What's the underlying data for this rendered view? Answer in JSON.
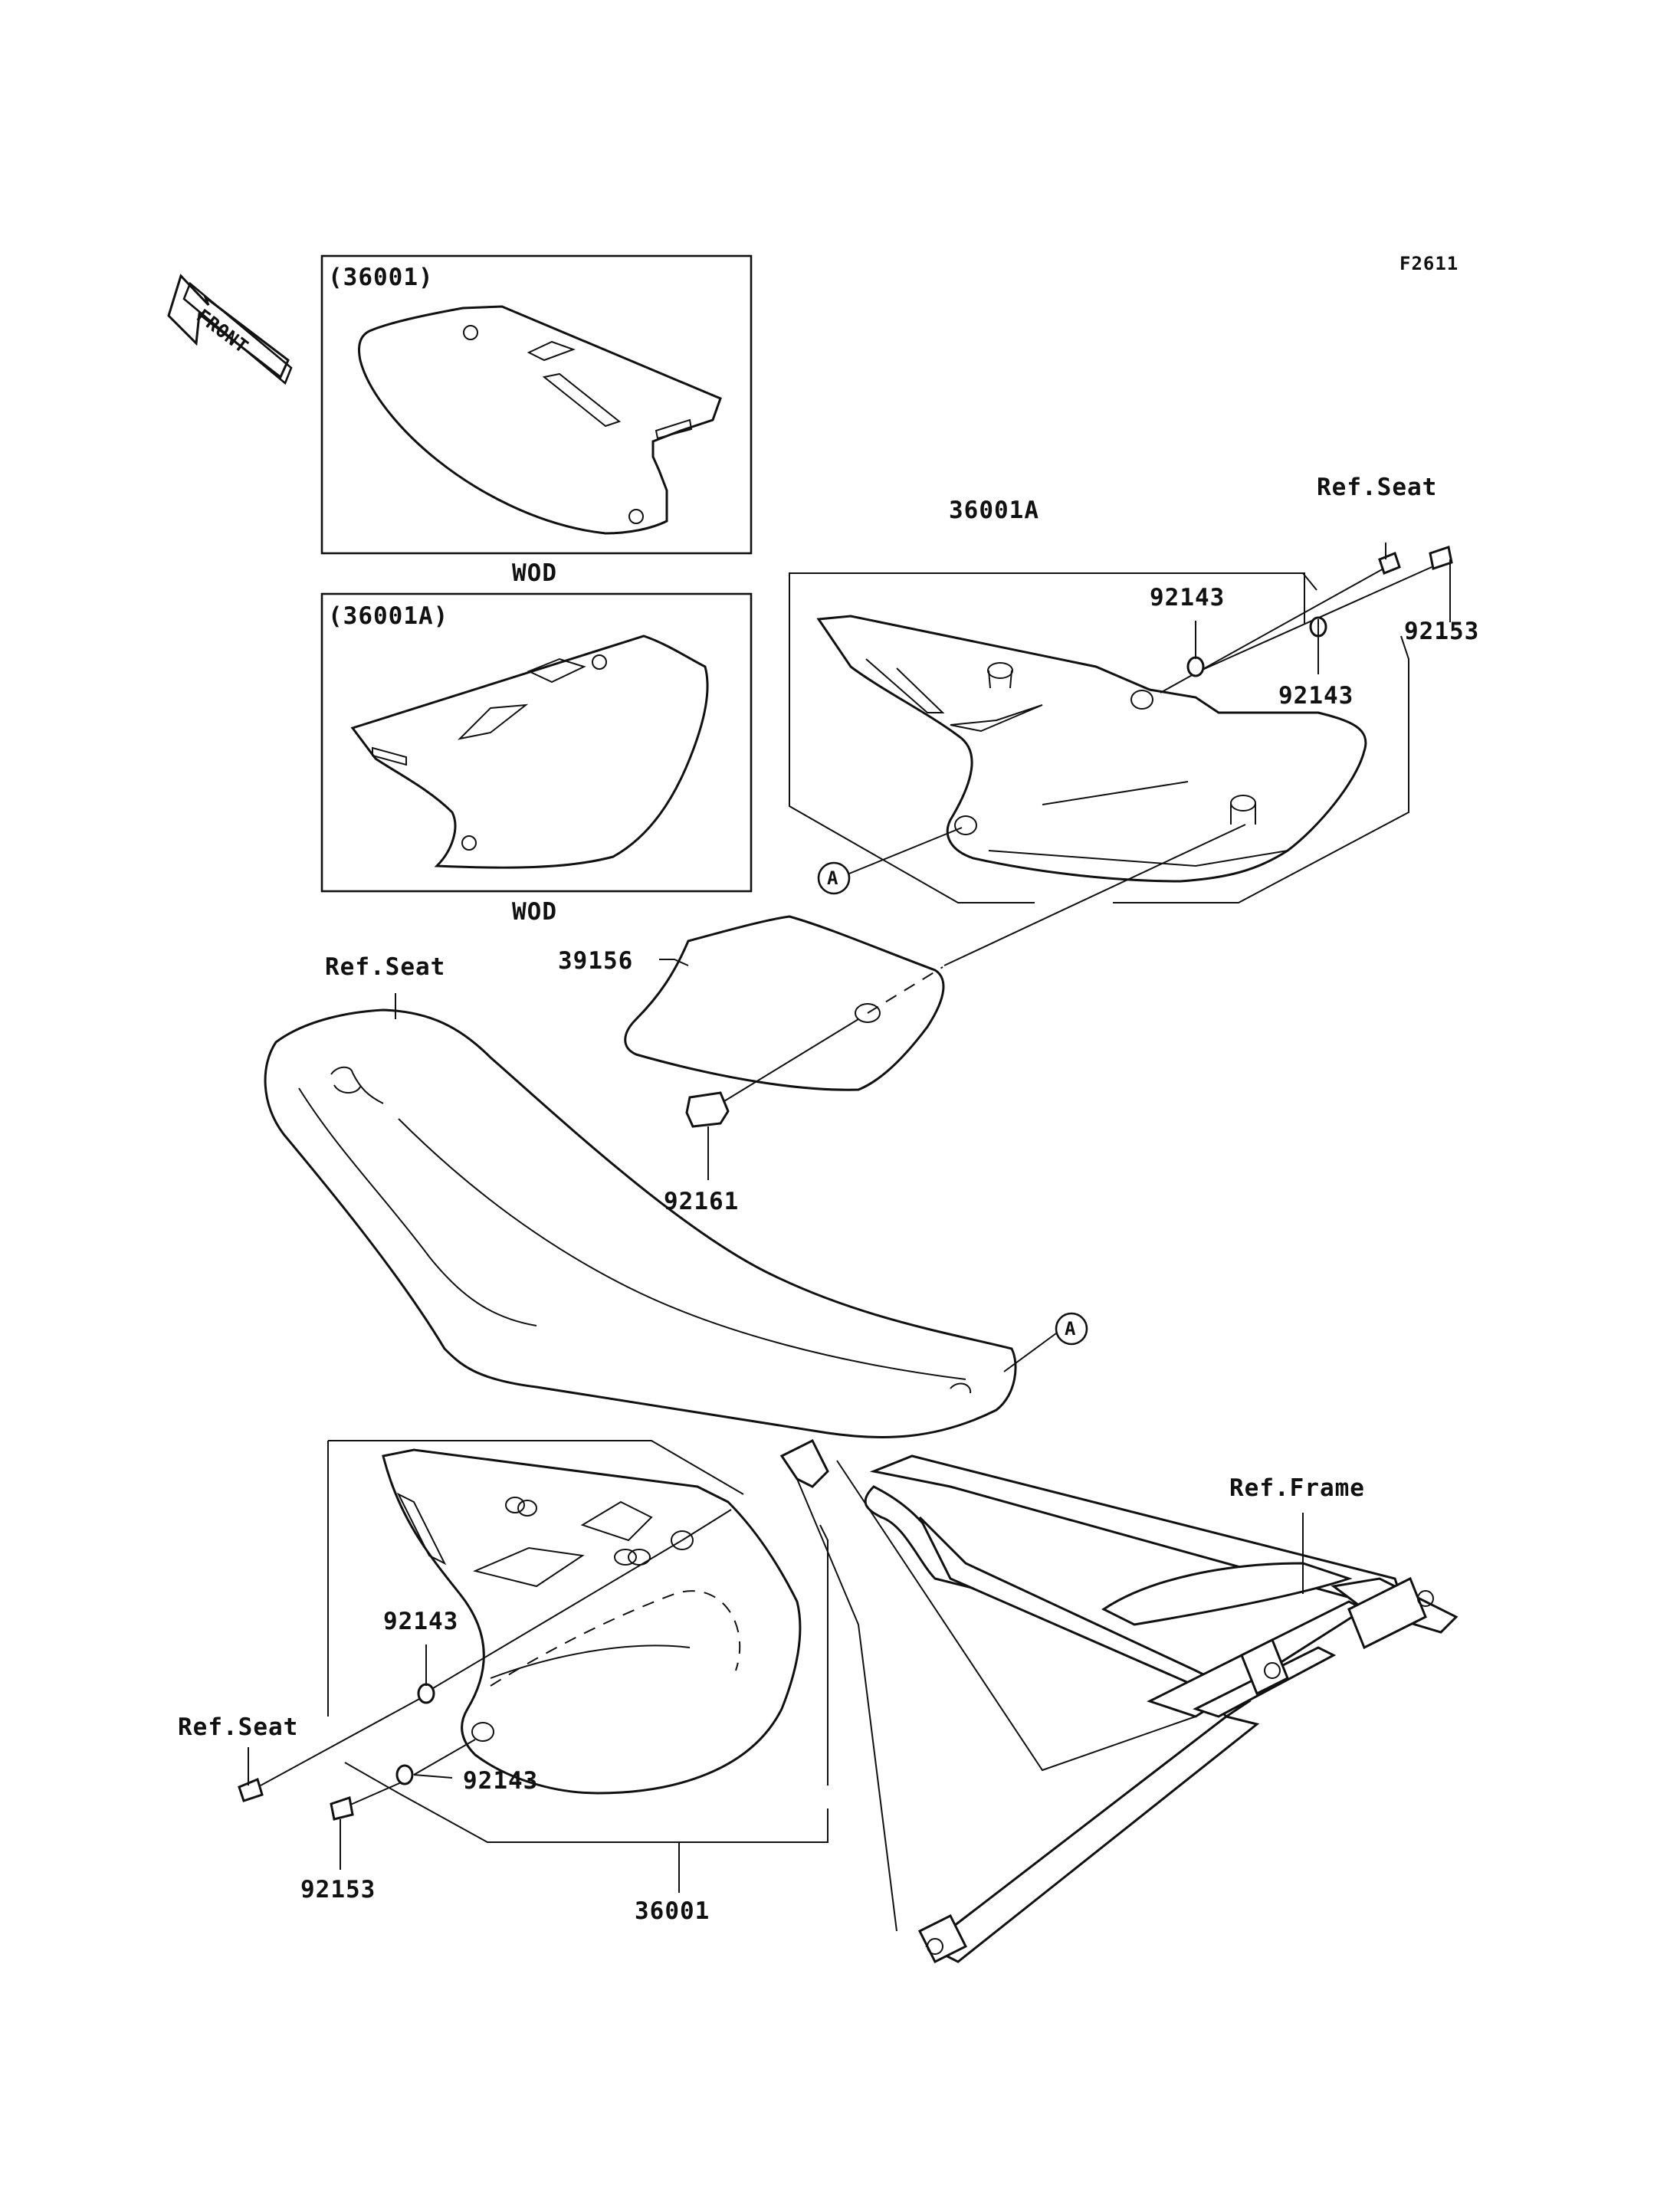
{
  "figure_code": "F2611",
  "front_indicator": "FRONT",
  "inset_top": {
    "title": "(36001)",
    "caption": "WOD"
  },
  "inset_bottom": {
    "title": "(36001A)",
    "caption": "WOD"
  },
  "callouts": {
    "cover_right_top": "36001A",
    "ref_seat_top": "Ref.Seat",
    "washer_top_1": "92143",
    "washer_top_2": "92143",
    "bolt_top": "92153",
    "pad": "39156",
    "ref_seat_mid": "Ref.Seat",
    "grommet": "92161",
    "ref_frame": "Ref.Frame",
    "washer_left_1": "92143",
    "ref_seat_left": "Ref.Seat",
    "washer_left_2": "92143",
    "bolt_left": "92153",
    "cover_left": "36001"
  },
  "markers": {
    "a_top": "A",
    "a_seat": "A"
  }
}
